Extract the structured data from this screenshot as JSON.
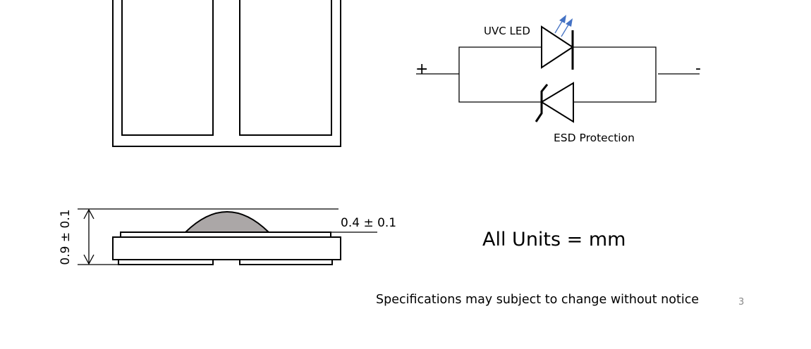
{
  "circuit": {
    "led_label": "UVC LED",
    "esd_label": "ESD Protection",
    "plus_label": "+",
    "minus_label": "-",
    "arrow_color": "#4472C4"
  },
  "side_view": {
    "total_height_dim": "0.9 ± 0.1",
    "lens_height_dim": "0.4 ± 0.1",
    "lens_color": "#ABA7A7"
  },
  "units_note": "All Units = mm",
  "footer": {
    "disclaimer": "Specifications may subject to change without notice",
    "page_number": "3"
  }
}
